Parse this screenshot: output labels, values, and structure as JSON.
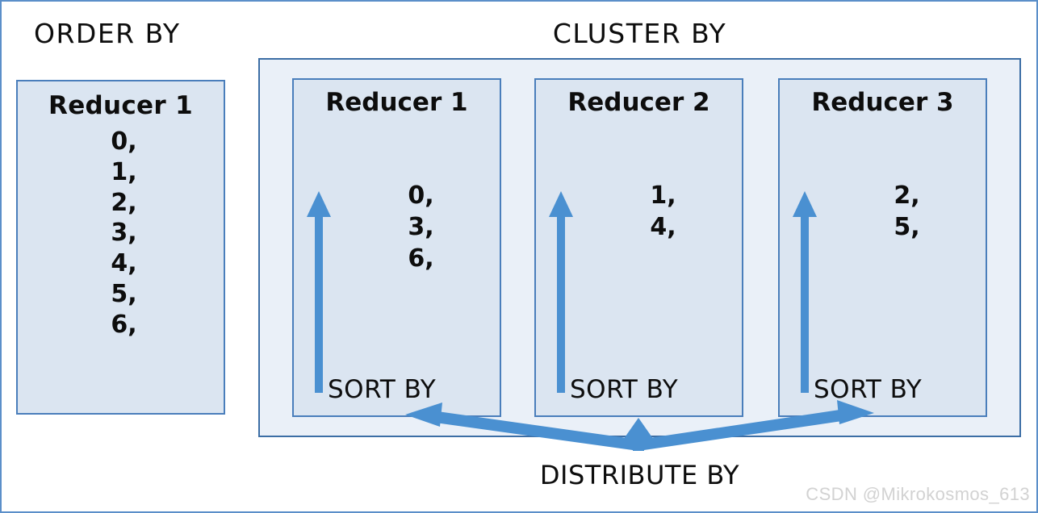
{
  "diagram": {
    "watermark": "CSDN @Mikrokosmos_613",
    "colors": {
      "arrow_blue": "#4a90d1",
      "box_fill": "#dbe5f1",
      "box_border": "#4a7ebb",
      "container_fill": "#eaf0f8",
      "container_border": "#3c6ea5",
      "text": "#0d0d0d"
    }
  },
  "order_by": {
    "title": "ORDER BY",
    "reducer": {
      "heading": "Reducer 1",
      "values": [
        "0,",
        "1,",
        "2,",
        "3,",
        "4,",
        "5,",
        "6,"
      ]
    }
  },
  "cluster_by": {
    "title": "CLUSTER BY",
    "reducers": [
      {
        "heading": "Reducer 1",
        "values": [
          "0,",
          "3,",
          "6,"
        ],
        "sort_label": "SORT BY"
      },
      {
        "heading": "Reducer 2",
        "values": [
          "1,",
          "4,"
        ],
        "sort_label": "SORT BY"
      },
      {
        "heading": "Reducer 3",
        "values": [
          "2,",
          "5,"
        ],
        "sort_label": "SORT BY"
      }
    ],
    "distribute_label": "DISTRIBUTE BY"
  }
}
